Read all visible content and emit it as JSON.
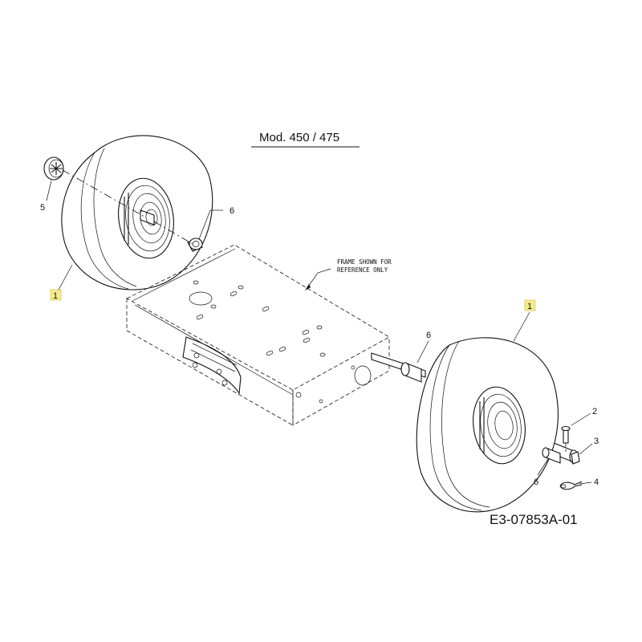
{
  "diagram": {
    "title": "Mod. 450 / 475",
    "drawing_code": "E3-07853A-01",
    "frame_note_line1": "FRAME SHOWN FOR",
    "frame_note_line2": "REFERENCE ONLY",
    "callouts": {
      "left_wheel": "1",
      "right_wheel": "1",
      "pin": "2",
      "washer": "3",
      "cotter_pin": "4",
      "hub_cap": "5",
      "bushing_left": "6",
      "bushing_axle": "6",
      "bushing_right": "6"
    },
    "highlight_color": "#f7ec8a"
  }
}
